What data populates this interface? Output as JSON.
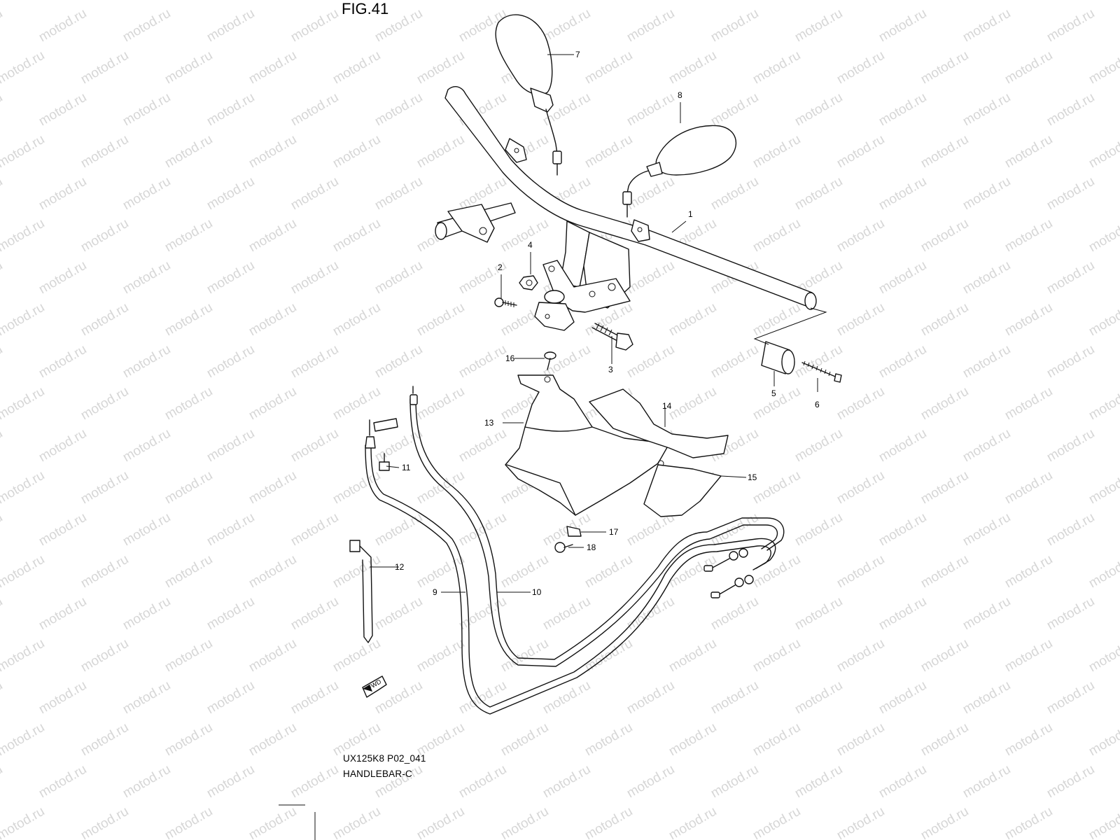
{
  "figure": {
    "title": "FIG.41",
    "code": "UX125K8 P02_041",
    "name": "HANDLEBAR-C"
  },
  "watermark": "motod.ru",
  "fwd_label": "FWD",
  "callouts": [
    "1",
    "2",
    "3",
    "4",
    "5",
    "6",
    "7",
    "8",
    "9",
    "10",
    "11",
    "12",
    "13",
    "14",
    "15",
    "16",
    "17",
    "18"
  ]
}
